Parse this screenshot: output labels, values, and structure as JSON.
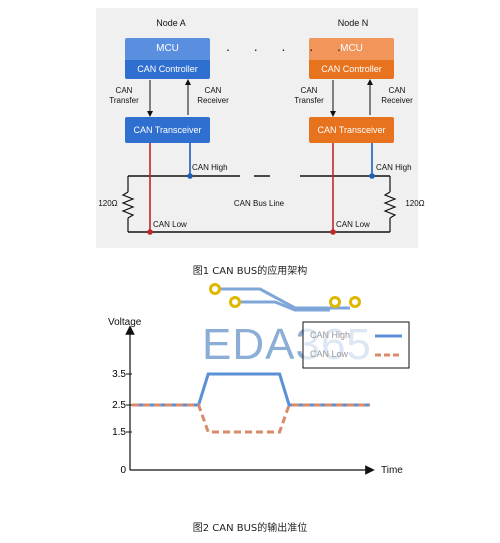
{
  "figure1": {
    "node_a": {
      "title": "Node A",
      "mcu": "MCU",
      "controller": "CAN Controller",
      "transceiver": "CAN Transceiver",
      "transfer_label": "CAN\nTransfer",
      "receiver_label": "CAN\nReceiver"
    },
    "node_n": {
      "title": "Node N",
      "mcu": "MCU",
      "controller": "CAN Controller",
      "transceiver": "CAN Transceiver",
      "transfer_label": "CAN\nTransfer",
      "receiver_label": "CAN\nReceiver"
    },
    "ellipsis": ". . . . .",
    "can_high_label": "CAN High",
    "can_low_label": "CAN Low",
    "bus_line_label": "CAN Bus Line",
    "resistor_left": "120Ω",
    "resistor_right": "120Ω",
    "caption": "图1 CAN BUS的应用架构",
    "colors": {
      "node_a_mcu": "#5a8fe0",
      "node_a_ctrl": "#2f6fd0",
      "node_n_mcu": "#f1955a",
      "node_n_ctrl": "#e8731f",
      "can_high_line": "#1f5fb5",
      "can_low_line": "#c0272d"
    }
  },
  "figure2": {
    "watermark": "EDA365",
    "ylabel": "Voltage",
    "xlabel": "Time",
    "y_ticks": [
      "3.5",
      "2.5",
      "1.5",
      "0"
    ],
    "legend": [
      "CAN High",
      "CAN Low"
    ],
    "caption": "图2 CAN BUS的输出准位",
    "chart_data": {
      "type": "line",
      "ylabel": "Voltage",
      "xlabel": "Time",
      "yticks": [
        0,
        1.5,
        2.5,
        3.5
      ],
      "series": [
        {
          "name": "CAN High",
          "style": "solid",
          "color": "#5b8fd6",
          "points": [
            [
              0,
              2.5
            ],
            [
              0.28,
              2.5
            ],
            [
              0.32,
              3.5
            ],
            [
              0.62,
              3.5
            ],
            [
              0.66,
              2.5
            ],
            [
              1.0,
              2.5
            ]
          ]
        },
        {
          "name": "CAN Low",
          "style": "dashed",
          "color": "#d98a6a",
          "points": [
            [
              0,
              2.5
            ],
            [
              0.28,
              2.5
            ],
            [
              0.32,
              1.5
            ],
            [
              0.62,
              1.5
            ],
            [
              0.66,
              2.5
            ],
            [
              1.0,
              2.5
            ]
          ]
        }
      ]
    }
  }
}
